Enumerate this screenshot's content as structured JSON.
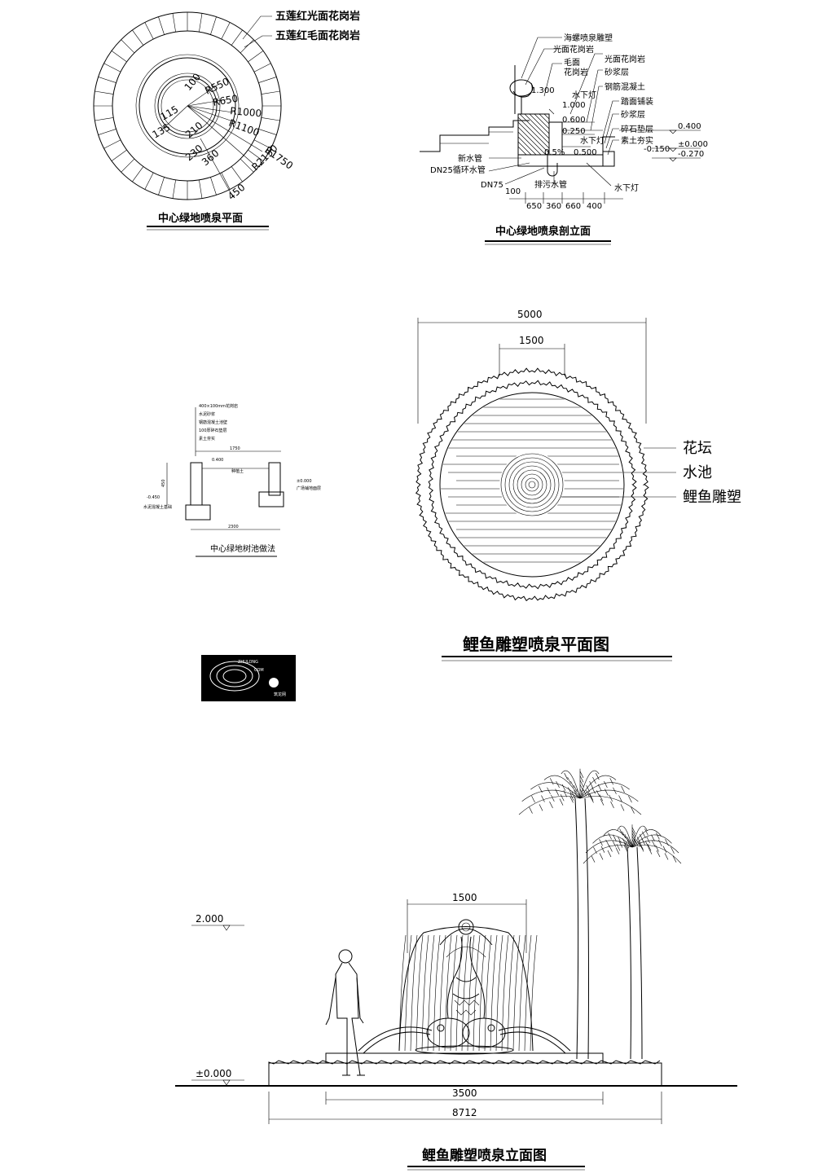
{
  "plan_top": {
    "title": "中心绿地喷泉平面",
    "materials": [
      "五莲红光面花岗岩",
      "五莲红毛面花岗岩"
    ],
    "radius_labels": [
      "R550",
      "R650",
      "R1000",
      "R1100",
      "R1750",
      "R2150"
    ],
    "dim_labels": [
      "100",
      "115",
      "135",
      "210",
      "230",
      "360",
      "450"
    ]
  },
  "section_top": {
    "title": "中心绿地喷泉剖立面",
    "left_labels": [
      "海螺喷泉雕塑",
      "光面花岗岩",
      "毛面",
      "花岗岩",
      "新水管",
      "DN25循环水管",
      "DN75",
      "排污水管",
      "水下灯",
      "水下灯",
      "水下灯"
    ],
    "right_labels": [
      "光面花岗岩",
      "砂浆层",
      "钢筋混凝土",
      "踏面铺装",
      "砂浆层",
      "碎石垫层",
      "素土夯实"
    ],
    "levels": [
      "1.300",
      "1.000",
      "0.600",
      "0.250",
      "0.5%",
      "0.500",
      "0.400",
      "±0.000",
      "-0.150",
      "-0.270"
    ],
    "dims": [
      "100",
      "650",
      "360",
      "660",
      "400"
    ]
  },
  "detail_small": {
    "title": "中心绿地树池做法",
    "notes": [
      "400×100mm花岗岩",
      "水泥砂浆",
      "钢筋混凝土池壁",
      "100厚碎石垫层",
      "素土夯实"
    ],
    "levels": [
      "0.400",
      "±0.000",
      "-0.450"
    ],
    "inner_label": "种植土",
    "side_label": "广场铺地面层",
    "base_label": "水泥混凝土基础",
    "dims": [
      "1750",
      "2300",
      "450"
    ]
  },
  "logo": {
    "lines": [
      "ZHULONG",
      "COM",
      "筑龙网"
    ]
  },
  "fountain_plan": {
    "title": "鲤鱼雕塑喷泉平面图",
    "dim_outer": "5000",
    "dim_inner": "1500",
    "labels": [
      "花坛",
      "水池",
      "鲤鱼雕塑"
    ]
  },
  "fountain_elev": {
    "title": "鲤鱼雕塑喷泉立面图",
    "level_top": "2.000",
    "level_ground": "±0.000",
    "dim_top": "1500",
    "dim_pool": "3500",
    "dim_total": "8712"
  }
}
